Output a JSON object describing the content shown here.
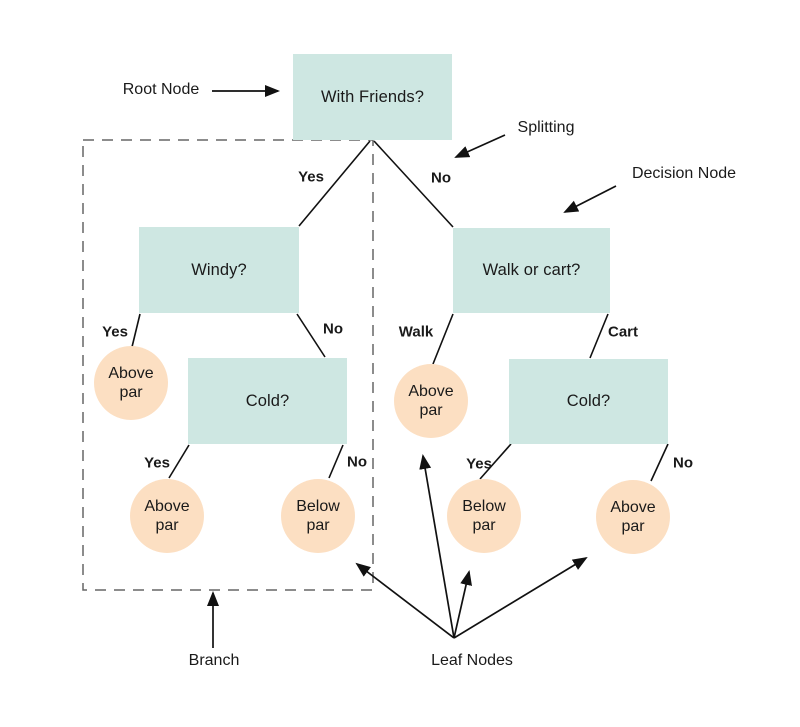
{
  "diagram": {
    "type": "decision-tree-explainer",
    "nodes": {
      "root": "With Friends?",
      "windy": "Windy?",
      "walk_or_cart": "Walk or cart?",
      "cold_left": "Cold?",
      "cold_right": "Cold?"
    },
    "leaves": {
      "windy_yes": "Above par",
      "cold_left_yes": "Above par",
      "cold_left_no": "Below par",
      "walk": "Above par",
      "cold_right_yes": "Below par",
      "cold_right_no": "Above par"
    },
    "edge_labels": {
      "root_yes": "Yes",
      "root_no": "No",
      "windy_yes": "Yes",
      "windy_no": "No",
      "walk": "Walk",
      "cart": "Cart",
      "cold_left_yes": "Yes",
      "cold_left_no": "No",
      "cold_right_yes": "Yes",
      "cold_right_no": "No"
    },
    "annotations": {
      "root_node": "Root Node",
      "splitting": "Splitting",
      "decision_node": "Decision Node",
      "branch": "Branch",
      "leaf_nodes": "Leaf Nodes"
    },
    "colors": {
      "decision_box": "#cee7e2",
      "leaf_circle": "#fcdfc2",
      "line": "#111111",
      "dashed_border": "#666666",
      "background": "#ffffff"
    }
  }
}
